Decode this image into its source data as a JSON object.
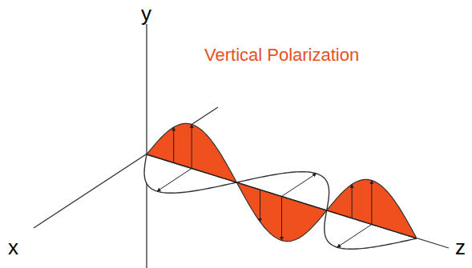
{
  "diagram": {
    "title": "Vertical Polarization",
    "labels": [
      "y",
      "x",
      "z"
    ]
  }
}
